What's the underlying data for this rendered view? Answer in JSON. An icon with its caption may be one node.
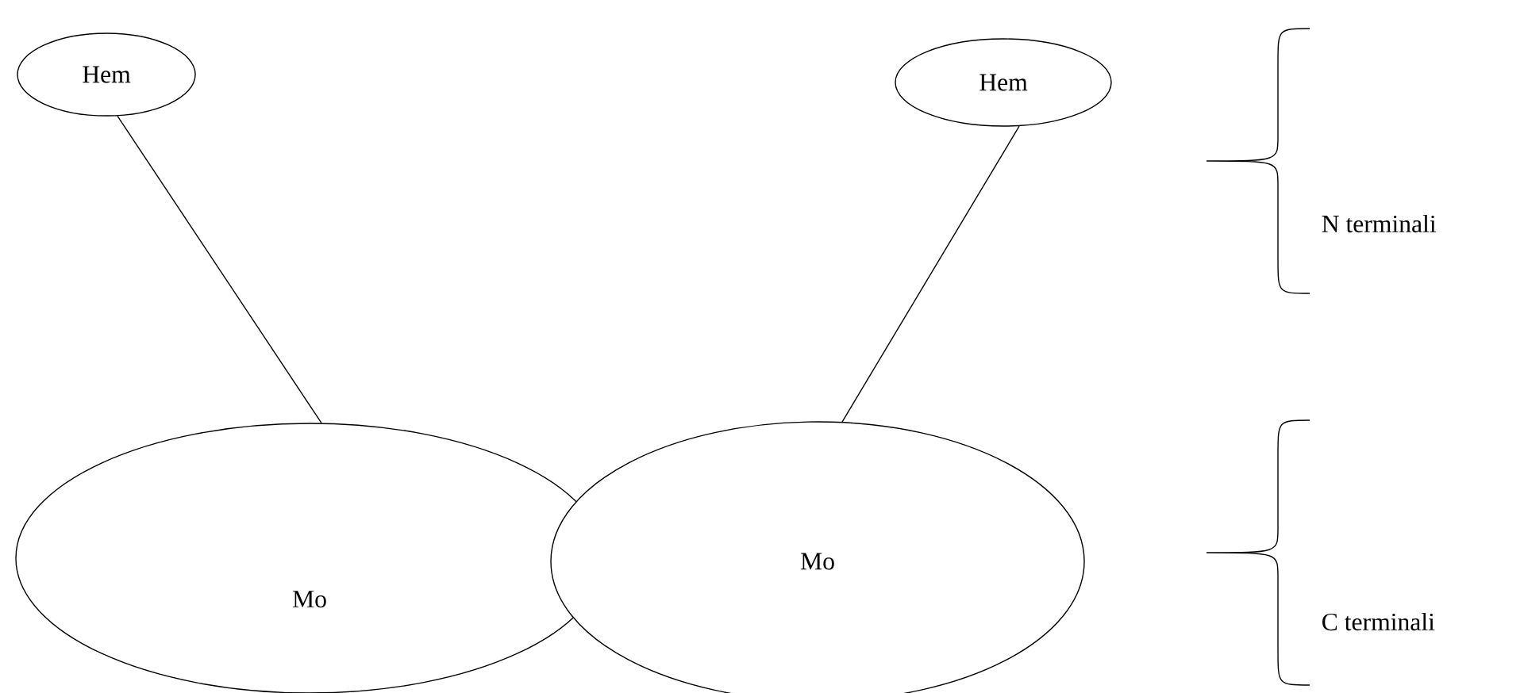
{
  "diagram": {
    "nodes": [
      {
        "text": [
          "Hem"
        ]
      },
      {
        "text": [
          "Hem"
        ]
      },
      {
        "text": [
          "Mo"
        ]
      },
      {
        "text": [
          "Mo"
        ]
      }
    ],
    "edges": [
      {
        "from": 0,
        "to": 2,
        "arrow": "none"
      },
      {
        "from": 1,
        "to": 3,
        "arrow": "none"
      }
    ],
    "labels": [
      "N terminali",
      "C terminali"
    ]
  }
}
